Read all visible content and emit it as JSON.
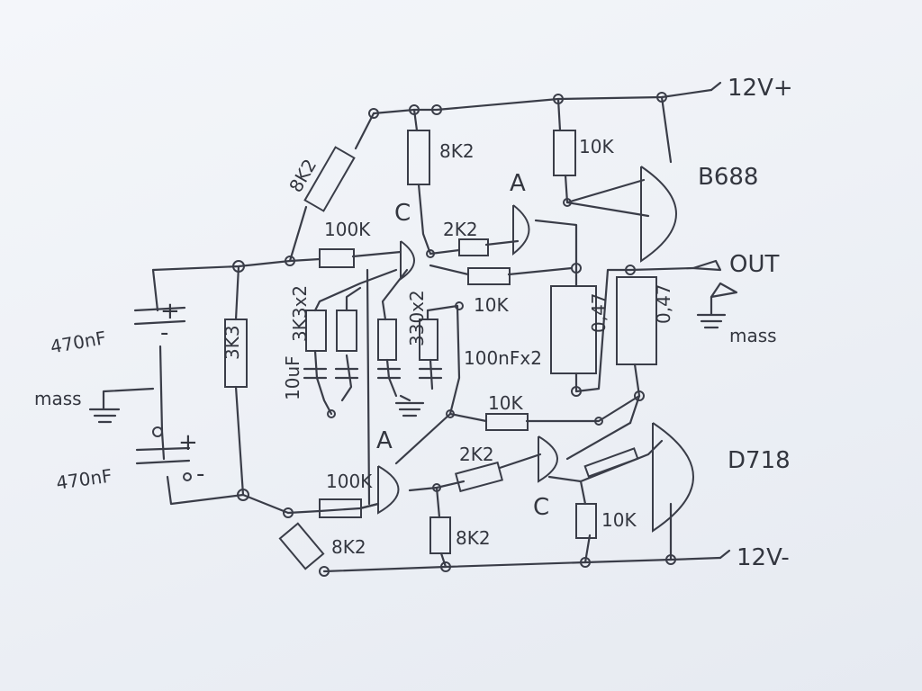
{
  "labels": {
    "r_top_left": "8K2",
    "r_top_mid": "8K2",
    "r_top_right": "10K",
    "trans_a_top": "A",
    "trans_c_top": "C",
    "r_100k_top": "100K",
    "r_2k2_top": "2K2",
    "r_10k_mid": "10K",
    "b688": "B688",
    "out": "OUT",
    "mass_right": "mass",
    "cap_top": "470nF",
    "cap_bottom": "470nF",
    "mass_left": "mass",
    "r_3k3": "3K3",
    "r_3k3x2": "3K3x2",
    "cap_10uf": "10uF",
    "r_330x2": "330x2",
    "cap_100nf": "100nFx2",
    "r_047_left": "0,47",
    "r_047_right": "0,47",
    "r_10k_lower": "10K",
    "trans_a_bottom": "A",
    "r_100k_bottom": "100K",
    "r_2k2_bottom": "2K2",
    "trans_c_bottom": "C",
    "r_10k_bottom": "10K",
    "r_8k2_bottom": "8K2",
    "r_8k2_diag": "8K2",
    "d718": "D718",
    "v_pos": "12V+",
    "v_neg": "12V-",
    "plus_top": "+",
    "minus_top": "-",
    "plus_bottom": "+",
    "minus_bottom": "-"
  },
  "colors": {
    "ink": "#3a3d48",
    "paper": "#f2f4f8"
  }
}
